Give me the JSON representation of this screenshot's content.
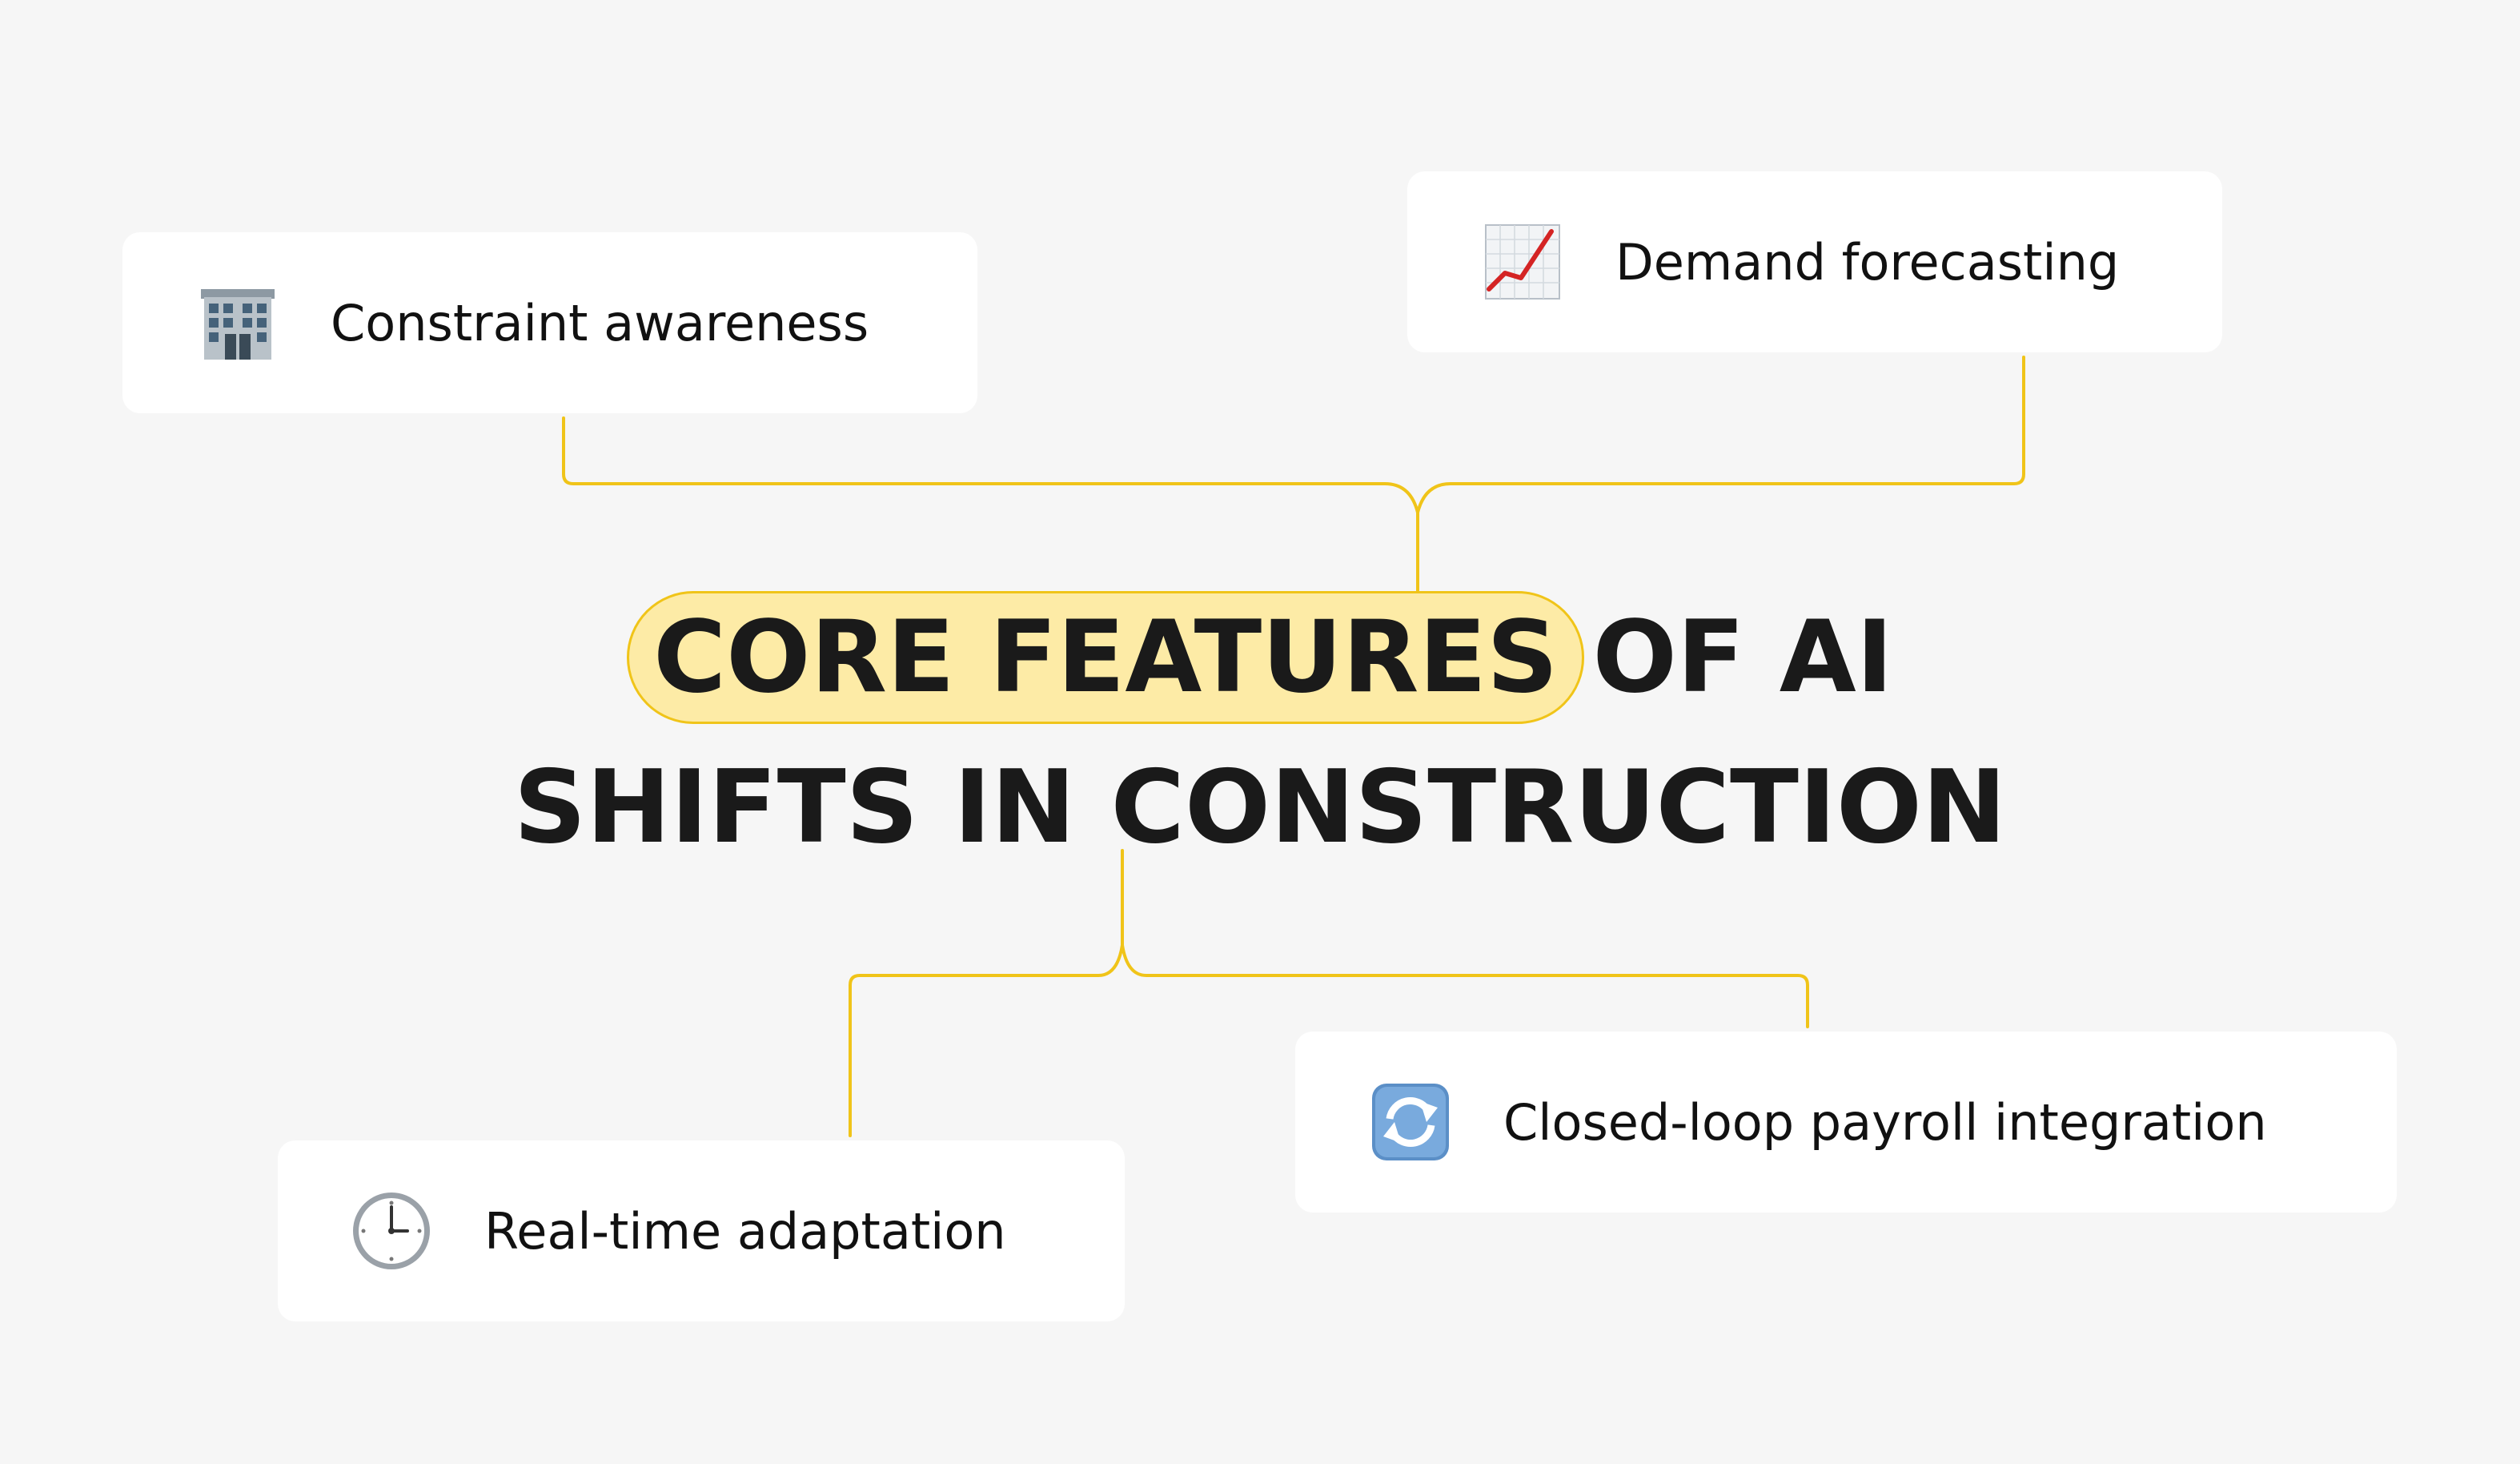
{
  "title": {
    "highlight": "CORE FEATURES",
    "line1_rest": "OF AI",
    "line2": "SHIFTS IN CONSTRUCTION"
  },
  "nodes": [
    {
      "id": "constraint",
      "label": "Constraint awareness",
      "icon": "office-building-icon"
    },
    {
      "id": "demand",
      "label": "Demand forecasting",
      "icon": "chart-increasing-icon"
    },
    {
      "id": "payroll",
      "label": "Closed-loop payroll integration",
      "icon": "arrows-cycle-icon"
    },
    {
      "id": "realtime",
      "label": "Real-time adaptation",
      "icon": "clock-icon"
    }
  ],
  "colors": {
    "background": "#f6f6f6",
    "connector": "#f0c419",
    "highlight_fill": "#fdeba6",
    "text": "#1a1a1a",
    "card": "#ffffff"
  }
}
